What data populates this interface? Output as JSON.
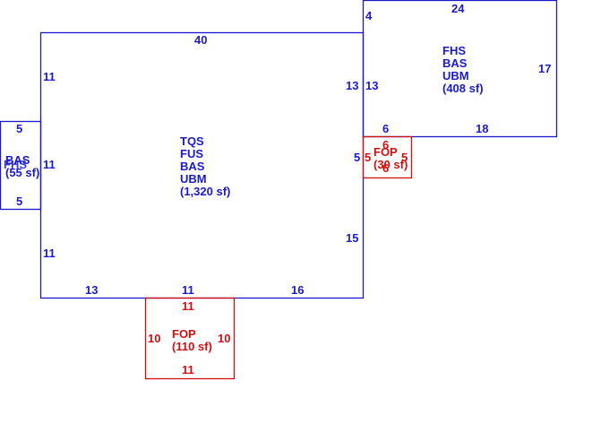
{
  "colors": {
    "building": "#1a1acc",
    "porch": "#d01010",
    "background": "#ffffff"
  },
  "main_area": {
    "codes": [
      "TQS",
      "FUS",
      "BAS",
      "UBM"
    ],
    "area": "(1,320 sf)",
    "dims": {
      "top": "40",
      "left_upper": "11",
      "left_middle": "11",
      "left_lower": "11",
      "right_upper": "13",
      "right_middle": "5",
      "right_lower": "15",
      "bottom_left": "13",
      "bottom_middle": "11",
      "bottom_right": "16"
    }
  },
  "upper_right_area": {
    "codes": [
      "FHS",
      "BAS",
      "UBM"
    ],
    "area": "(408 sf)",
    "dims": {
      "top": "24",
      "left_top": "4",
      "left_lower": "13",
      "right": "17",
      "bottom_left": "6",
      "bottom_right": "18"
    }
  },
  "left_bump": {
    "codes": [
      "BAS"
    ],
    "code_overlap": "FHS",
    "area": "(55 sf)",
    "dims": {
      "top": "5",
      "bottom": "5"
    }
  },
  "small_porch": {
    "codes": [
      "FOP"
    ],
    "area": "(30 sf)",
    "dims": {
      "top": "6",
      "bottom": "6",
      "left": "5",
      "right": "5"
    }
  },
  "bottom_porch": {
    "codes": [
      "FOP"
    ],
    "area": "(110 sf)",
    "dims": {
      "top": "11",
      "bottom": "11",
      "left": "10",
      "right": "10"
    }
  }
}
